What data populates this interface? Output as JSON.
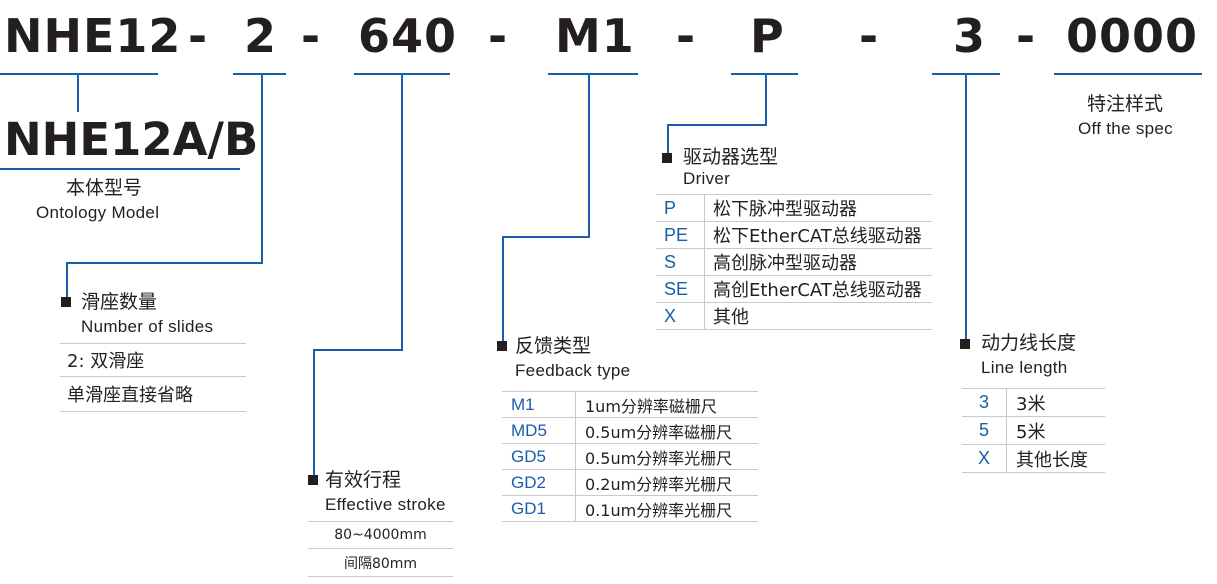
{
  "code": {
    "model": "NHE12",
    "slides": "2",
    "stroke": "640",
    "feedback": "M1",
    "driver": "P",
    "line": "3",
    "spec": "0000",
    "separator": "-"
  },
  "base_model": {
    "name": "NHE12A/B",
    "label_zh": "本体型号",
    "label_en": "Ontology Model"
  },
  "spec": {
    "label_zh": "特注样式",
    "label_en": "Off the spec"
  },
  "slides": {
    "title_zh": "滑座数量",
    "title_en": "Number of slides",
    "rows": [
      "2: 双滑座",
      "单滑座直接省略"
    ]
  },
  "stroke": {
    "title_zh": "有效行程",
    "title_en": "Effective stroke",
    "rows": [
      "80~4000mm",
      "间隔80mm"
    ]
  },
  "feedback": {
    "title_zh": "反馈类型",
    "title_en": "Feedback type",
    "rows": [
      {
        "code": "M1",
        "desc": "1um分辨率磁栅尺"
      },
      {
        "code": "MD5",
        "desc": "0.5um分辨率磁栅尺"
      },
      {
        "code": "GD5",
        "desc": "0.5um分辨率光栅尺"
      },
      {
        "code": "GD2",
        "desc": "0.2um分辨率光栅尺"
      },
      {
        "code": "GD1",
        "desc": "0.1um分辨率光栅尺"
      }
    ]
  },
  "driver": {
    "title_zh": "驱动器选型",
    "title_en": "Driver",
    "rows": [
      {
        "code": "P",
        "desc": "松下脉冲型驱动器"
      },
      {
        "code": "PE",
        "desc": "松下EtherCAT总线驱动器"
      },
      {
        "code": "S",
        "desc": "高创脉冲型驱动器"
      },
      {
        "code": "SE",
        "desc": "高创EtherCAT总线驱动器"
      },
      {
        "code": "X",
        "desc": "其他"
      }
    ]
  },
  "line": {
    "title_zh": "动力线长度",
    "title_en": "Line length",
    "rows": [
      {
        "code": "3",
        "desc": "3米"
      },
      {
        "code": "5",
        "desc": "5米"
      },
      {
        "code": "X",
        "desc": "其他长度"
      }
    ]
  },
  "colors": {
    "accent": "#1b5ea8",
    "text": "#231f20",
    "rule": "#c9c9c9"
  }
}
